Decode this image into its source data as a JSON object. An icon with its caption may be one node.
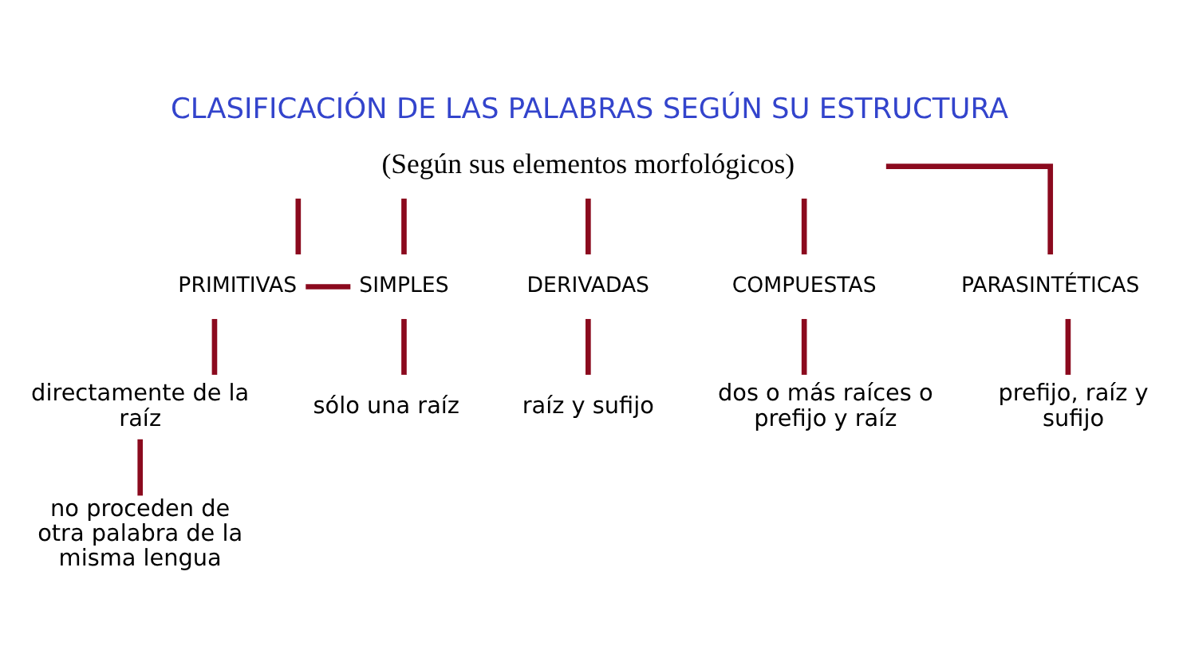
{
  "diagram": {
    "title": "CLASIFICACIÓN DE LAS PALABRAS SEGÚN SU ESTRUCTURA",
    "nodes": [
      {
        "text": [
          "(Según sus elementos morfológicos)"
        ]
      },
      {
        "text": [
          "PRIMITIVAS"
        ]
      },
      {
        "text": [
          "SIMPLES"
        ]
      },
      {
        "text": [
          "DERIVADAS"
        ]
      },
      {
        "text": [
          "COMPUESTAS"
        ]
      },
      {
        "text": [
          "PARASINTÉTICAS"
        ]
      },
      {
        "text": [
          "directamente de la raíz"
        ]
      },
      {
        "text": [
          "sólo una raíz"
        ]
      },
      {
        "text": [
          "raíz y sufijo"
        ]
      },
      {
        "text": [
          "dos o más raíces o prefijo y raíz"
        ]
      },
      {
        "text": [
          "prefijo, raíz y sufijo"
        ]
      },
      {
        "text": [
          "no proceden de otra palabra de la misma lengua"
        ]
      }
    ],
    "edges": [
      {
        "from": 0,
        "to": 1,
        "arrow": "none"
      },
      {
        "from": 0,
        "to": 2,
        "arrow": "none"
      },
      {
        "from": 0,
        "to": 3,
        "arrow": "none"
      },
      {
        "from": 0,
        "to": 4,
        "arrow": "none"
      },
      {
        "from": 0,
        "to": 5,
        "arrow": "none"
      },
      {
        "from": 1,
        "to": 2,
        "arrow": "none"
      },
      {
        "from": 1,
        "to": 6,
        "arrow": "none"
      },
      {
        "from": 2,
        "to": 7,
        "arrow": "none"
      },
      {
        "from": 3,
        "to": 8,
        "arrow": "none"
      },
      {
        "from": 4,
        "to": 9,
        "arrow": "none"
      },
      {
        "from": 5,
        "to": 10,
        "arrow": "none"
      },
      {
        "from": 6,
        "to": 11,
        "arrow": "none"
      }
    ]
  }
}
